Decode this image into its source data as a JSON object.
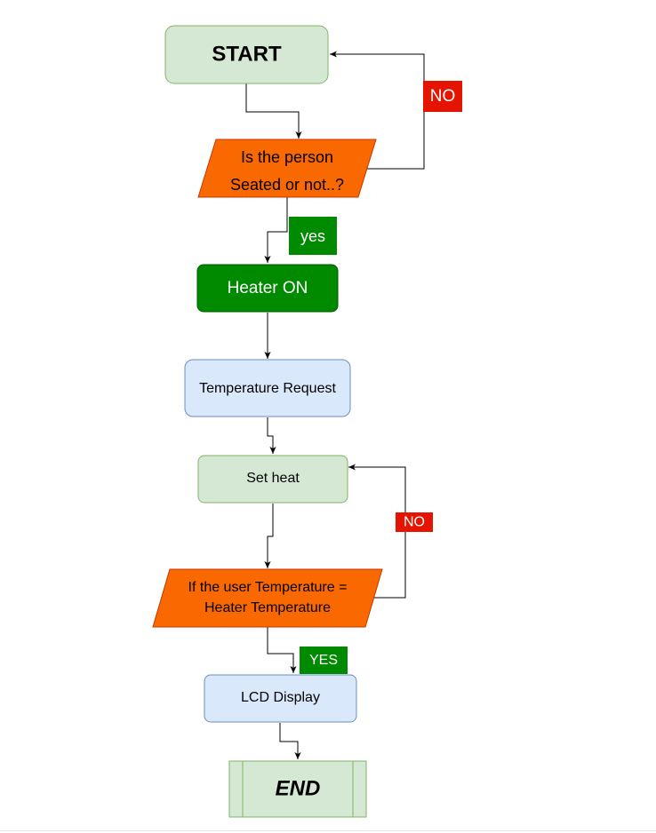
{
  "flowchart": {
    "nodes": {
      "start": "START",
      "decision_seated_line1": "Is the person",
      "decision_seated_line2": "Seated or not..?",
      "heater_on": "Heater ON",
      "temperature_request": "Temperature Request",
      "set_heat": "Set heat",
      "decision_temp_line1": "If the user Temperature =",
      "decision_temp_line2": "Heater Temperature",
      "lcd_display": "LCD Display",
      "end": "END"
    },
    "edge_labels": {
      "seated_no": "NO",
      "seated_yes": "yes",
      "temp_no": "NO",
      "temp_yes": "YES"
    }
  },
  "colors": {
    "start_fill": "#d5e8d4",
    "start_stroke": "#82b366",
    "decision_fill": "#fa6800",
    "decision_stroke": "#c73500",
    "heater_fill": "#008a00",
    "heater_stroke": "#005700",
    "request_fill": "#dae8fc",
    "request_stroke": "#6c8ebf",
    "no_badge": "#e51400",
    "yes_badge": "#008a00"
  },
  "icons": {
    "edge_end": "arrowhead-icon"
  }
}
